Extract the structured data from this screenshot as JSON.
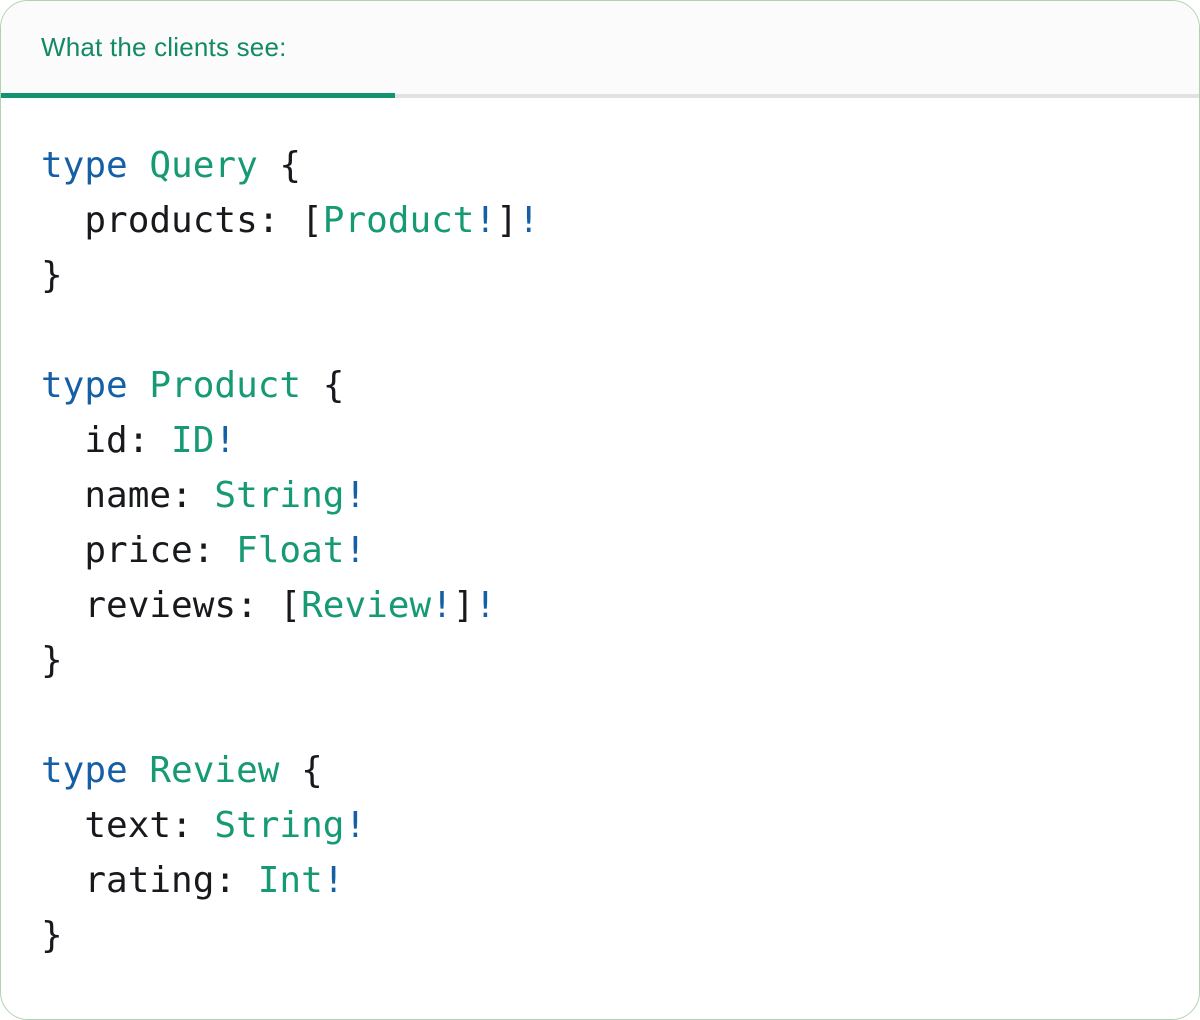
{
  "card": {
    "tab_label": "What the clients see:"
  },
  "colors": {
    "card_bg": "#ffffff",
    "card_border": "#aed3b2",
    "header_bg": "#fbfbfb",
    "divider": "#e2e2e2",
    "header_text": "#128a66",
    "tab_underline": "#129470",
    "keyword": "#155fa5",
    "typename": "#169a74",
    "plain": "#17191d",
    "bang": "#155fa5"
  },
  "code": {
    "language": "graphql",
    "lines": [
      [
        {
          "t": "type ",
          "c": "keyword"
        },
        {
          "t": "Query",
          "c": "typename"
        },
        {
          "t": " {",
          "c": "plain"
        }
      ],
      [
        {
          "t": "  products: [",
          "c": "plain"
        },
        {
          "t": "Product",
          "c": "typename"
        },
        {
          "t": "!",
          "c": "bang"
        },
        {
          "t": "]",
          "c": "plain"
        },
        {
          "t": "!",
          "c": "bang"
        }
      ],
      [
        {
          "t": "}",
          "c": "plain"
        }
      ],
      [],
      [
        {
          "t": "type ",
          "c": "keyword"
        },
        {
          "t": "Product",
          "c": "typename"
        },
        {
          "t": " {",
          "c": "plain"
        }
      ],
      [
        {
          "t": "  id: ",
          "c": "plain"
        },
        {
          "t": "ID",
          "c": "typename"
        },
        {
          "t": "!",
          "c": "bang"
        }
      ],
      [
        {
          "t": "  name: ",
          "c": "plain"
        },
        {
          "t": "String",
          "c": "typename"
        },
        {
          "t": "!",
          "c": "bang"
        }
      ],
      [
        {
          "t": "  price: ",
          "c": "plain"
        },
        {
          "t": "Float",
          "c": "typename"
        },
        {
          "t": "!",
          "c": "bang"
        }
      ],
      [
        {
          "t": "  reviews: [",
          "c": "plain"
        },
        {
          "t": "Review",
          "c": "typename"
        },
        {
          "t": "!",
          "c": "bang"
        },
        {
          "t": "]",
          "c": "plain"
        },
        {
          "t": "!",
          "c": "bang"
        }
      ],
      [
        {
          "t": "}",
          "c": "plain"
        }
      ],
      [],
      [
        {
          "t": "type ",
          "c": "keyword"
        },
        {
          "t": "Review",
          "c": "typename"
        },
        {
          "t": " {",
          "c": "plain"
        }
      ],
      [
        {
          "t": "  text: ",
          "c": "plain"
        },
        {
          "t": "String",
          "c": "typename"
        },
        {
          "t": "!",
          "c": "bang"
        }
      ],
      [
        {
          "t": "  rating: ",
          "c": "plain"
        },
        {
          "t": "Int",
          "c": "typename"
        },
        {
          "t": "!",
          "c": "bang"
        }
      ],
      [
        {
          "t": "}",
          "c": "plain"
        }
      ]
    ]
  }
}
